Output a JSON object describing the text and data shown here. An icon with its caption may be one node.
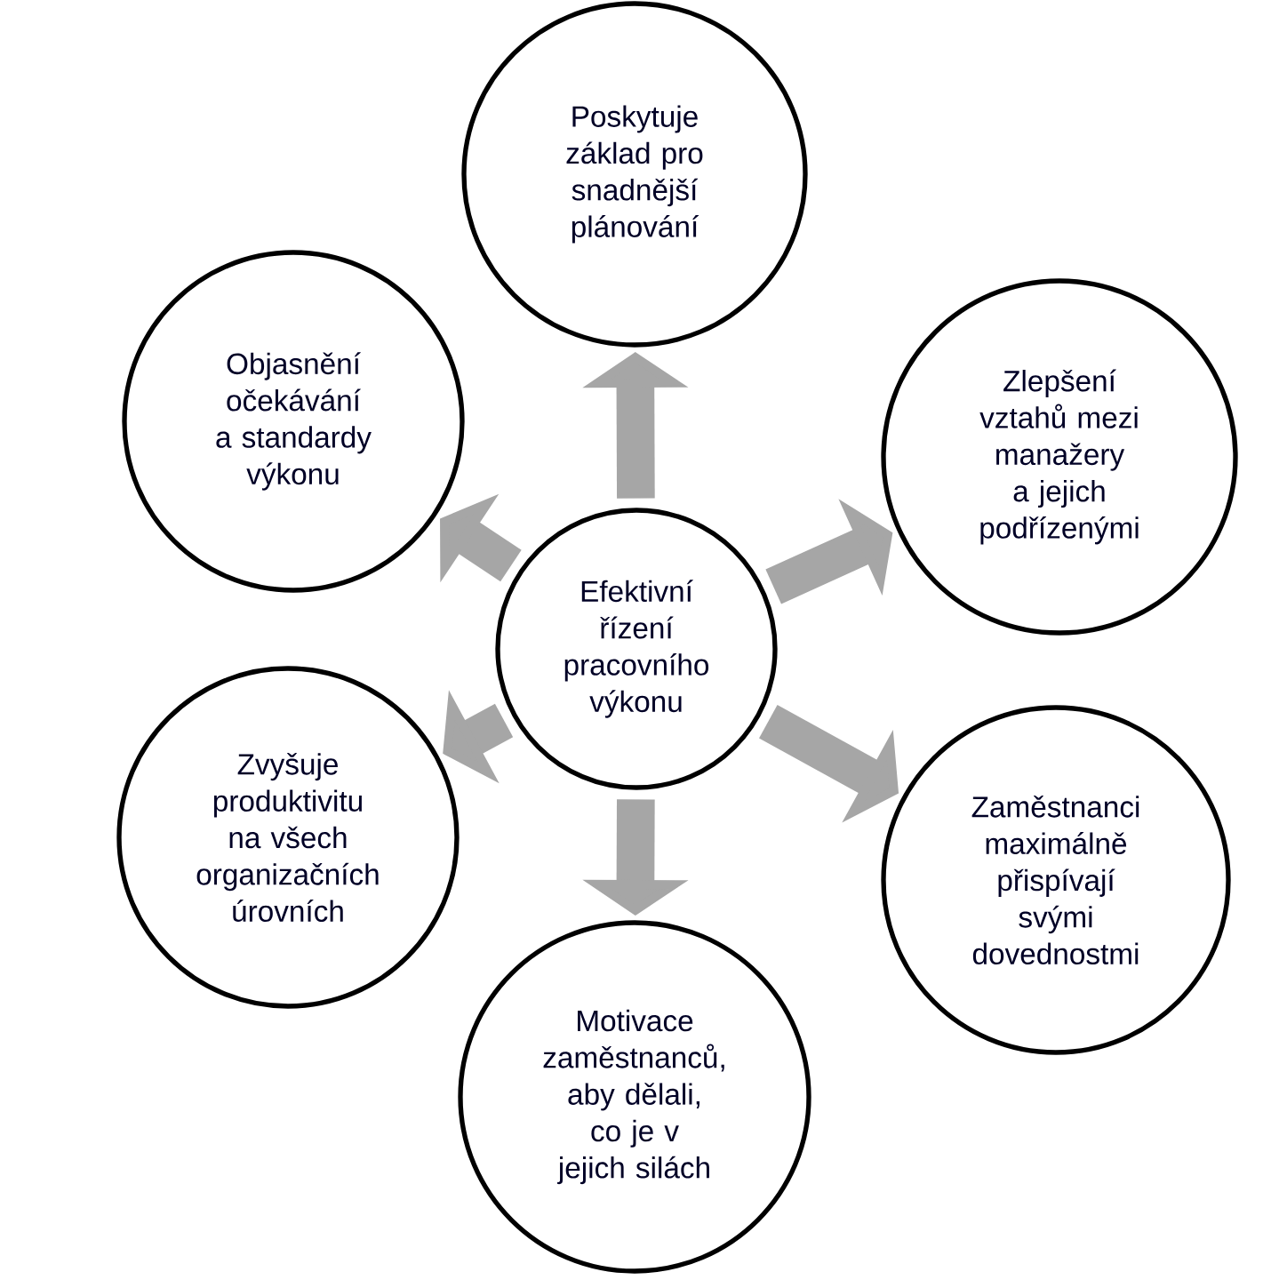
{
  "diagram": {
    "nodes": [
      {
        "text": [
          "Poskytuje základ pro snadnější plánování"
        ]
      },
      {
        "text": [
          "Objasnění očekávání a standardy výkonu"
        ]
      },
      {
        "text": [
          "Zlepšení vztahů mezi manažery a jejich podřízenými"
        ]
      },
      {
        "text": [
          "Efektivní řízení pracovního výkonu"
        ]
      },
      {
        "text": [
          "Zvyšuje produktivitu na všech organizačních úrovních"
        ]
      },
      {
        "text": [
          "Zaměstnanci maximálně přispívají svými dovednostmi"
        ]
      },
      {
        "text": [
          "Motivace zaměstnanců, aby dělali, co je v jejich silách"
        ]
      }
    ],
    "edges": [
      {
        "from": 3,
        "to": 0,
        "arrow": "to"
      },
      {
        "from": 3,
        "to": 1,
        "arrow": "to"
      },
      {
        "from": 3,
        "to": 2,
        "arrow": "to"
      },
      {
        "from": 3,
        "to": 4,
        "arrow": "to"
      },
      {
        "from": 3,
        "to": 5,
        "arrow": "to"
      },
      {
        "from": 3,
        "to": 6,
        "arrow": "to"
      }
    ]
  }
}
